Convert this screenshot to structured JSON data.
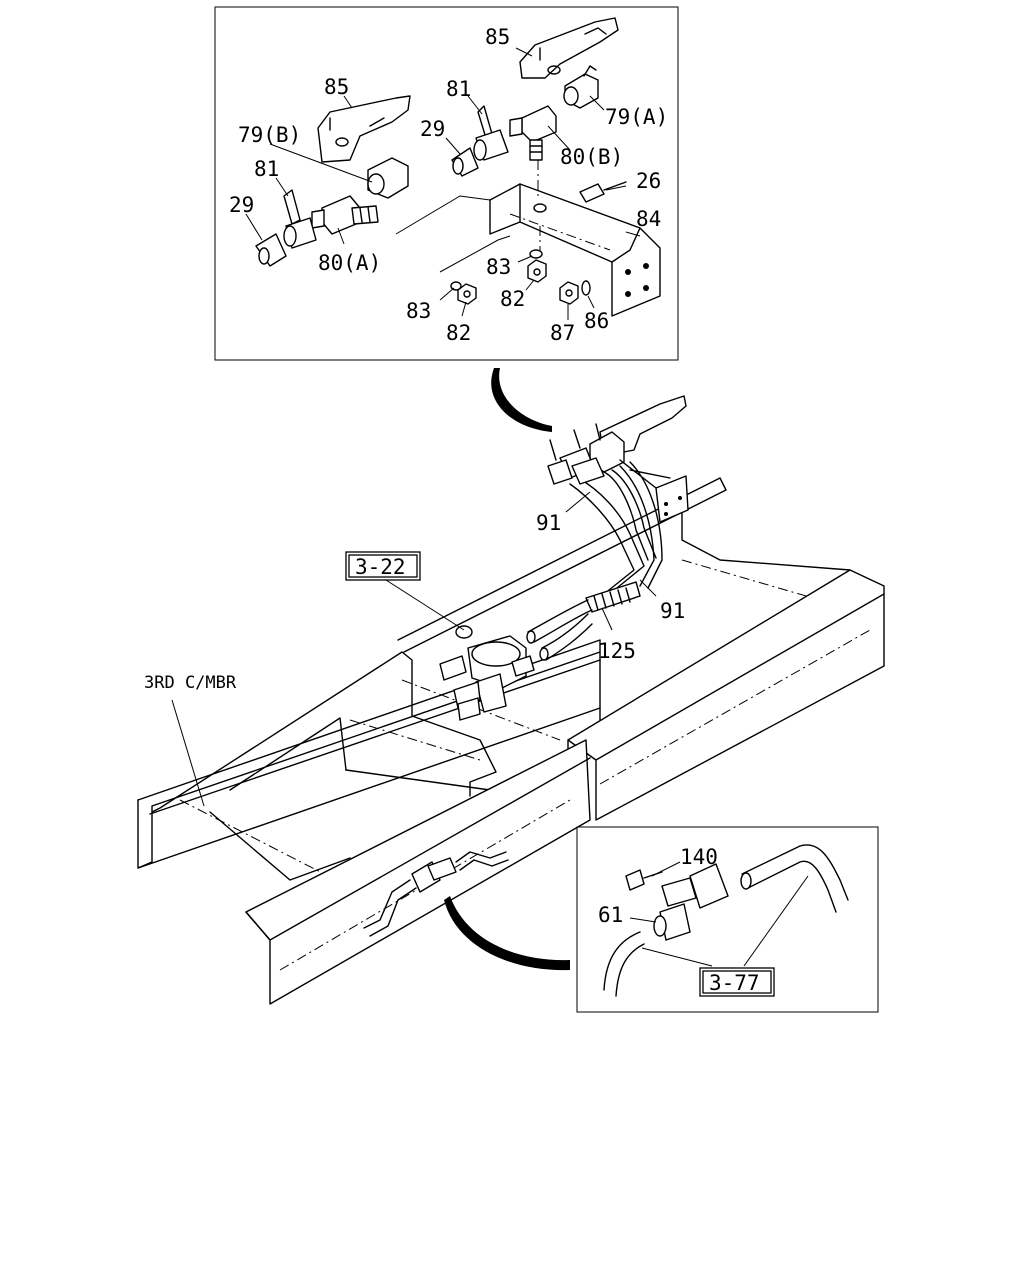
{
  "labels": {
    "p85a": "85",
    "p85b": "85",
    "p81a": "81",
    "p81b": "81",
    "p79a": "79(A)",
    "p79b": "79(B)",
    "p29a": "29",
    "p29b": "29",
    "p80a": "80(A)",
    "p80b": "80(B)",
    "p26": "26",
    "p84": "84",
    "p83a": "83",
    "p83b": "83",
    "p82a": "82",
    "p82b": "82",
    "p87": "87",
    "p86": "86",
    "p91a": "91",
    "p91b": "91",
    "p125": "125",
    "p3rd": "3RD C/MBR",
    "p140": "140",
    "p61": "61"
  },
  "refs": {
    "r322": "3-22",
    "r377": "3-77"
  }
}
